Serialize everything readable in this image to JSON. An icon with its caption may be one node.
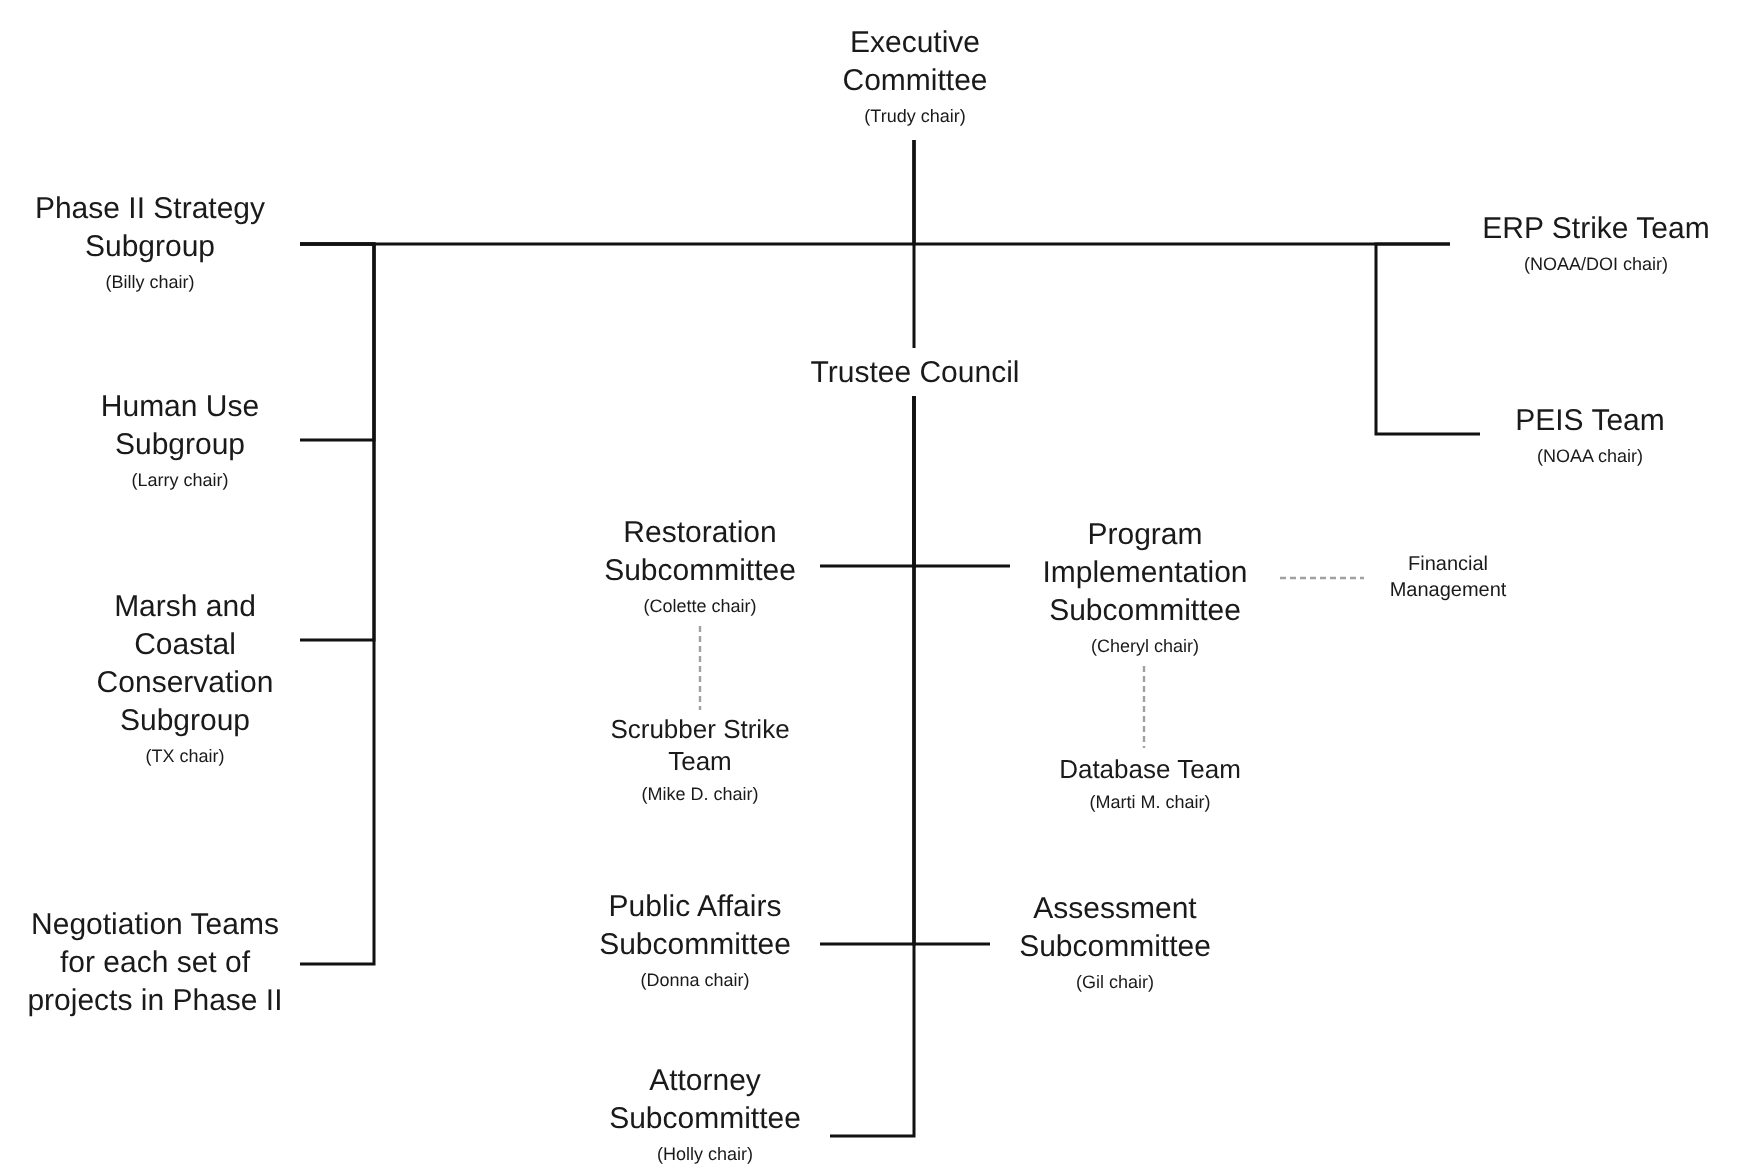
{
  "diagram": {
    "nodes": [
      {
        "text": [
          "Executive Committee",
          "(Trudy chair)"
        ]
      },
      {
        "text": [
          "Phase II Strategy Subgroup",
          "(Billy chair)"
        ]
      },
      {
        "text": [
          "ERP Strike Team",
          "(NOAA/DOI chair)"
        ]
      },
      {
        "text": [
          "Trustee Council"
        ]
      },
      {
        "text": [
          "Human Use Subgroup",
          "(Larry chair)"
        ]
      },
      {
        "text": [
          "PEIS Team",
          "(NOAA chair)"
        ]
      },
      {
        "text": [
          "Restoration Subcommittee",
          "(Colette chair)"
        ]
      },
      {
        "text": [
          "Program Implementation Subcommittee",
          "(Cheryl chair)"
        ]
      },
      {
        "text": [
          "Financial Management"
        ]
      },
      {
        "text": [
          "Marsh and Coastal Conservation Subgroup",
          "(TX chair)"
        ]
      },
      {
        "text": [
          "Scrubber Strike Team",
          "(Mike D. chair)"
        ]
      },
      {
        "text": [
          "Database Team",
          "(Marti M. chair)"
        ]
      },
      {
        "text": [
          "Negotiation Teams for each set of projects in Phase II"
        ]
      },
      {
        "text": [
          "Public Affairs Subcommittee",
          "(Donna chair)"
        ]
      },
      {
        "text": [
          "Assessment Subcommittee",
          "(Gil chair)"
        ]
      },
      {
        "text": [
          "Attorney Subcommittee",
          "(Holly chair)"
        ]
      }
    ],
    "edges": [
      {
        "from": 0,
        "to": 3,
        "arrow": "none"
      },
      {
        "from": 0,
        "to": 1,
        "arrow": "none"
      },
      {
        "from": 0,
        "to": 2,
        "arrow": "none"
      },
      {
        "from": 2,
        "to": 5,
        "arrow": "none"
      },
      {
        "from": 1,
        "to": 4,
        "arrow": "none"
      },
      {
        "from": 1,
        "to": 9,
        "arrow": "none"
      },
      {
        "from": 1,
        "to": 12,
        "arrow": "none"
      },
      {
        "from": 3,
        "to": 6,
        "arrow": "none"
      },
      {
        "from": 3,
        "to": 7,
        "arrow": "none"
      },
      {
        "from": 3,
        "to": 13,
        "arrow": "none"
      },
      {
        "from": 3,
        "to": 14,
        "arrow": "none"
      },
      {
        "from": 3,
        "to": 15,
        "arrow": "none"
      },
      {
        "from": 6,
        "to": 10,
        "arrow": "none",
        "style": "dashed",
        "color": "#a0a0a0"
      },
      {
        "from": 7,
        "to": 11,
        "arrow": "none",
        "style": "dashed",
        "color": "#a0a0a0"
      },
      {
        "from": 7,
        "to": 8,
        "arrow": "none",
        "style": "dashed",
        "color": "#a0a0a0"
      }
    ]
  }
}
